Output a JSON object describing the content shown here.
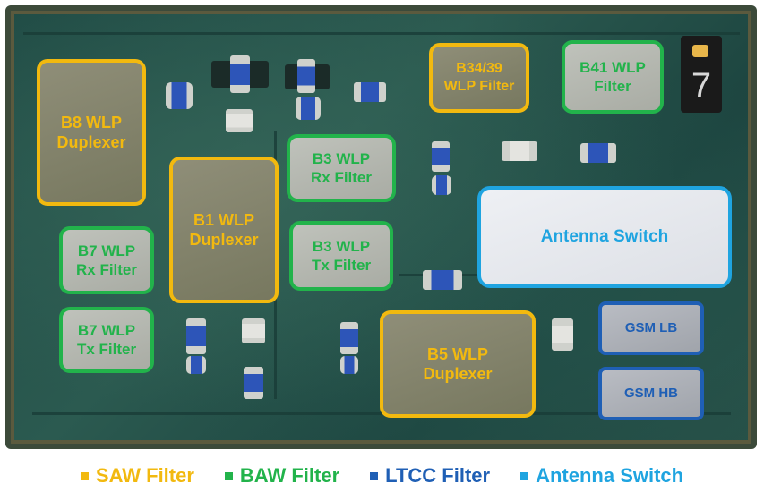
{
  "components": {
    "b8": "B8 WLP\nDuplexer",
    "b1": "B1 WLP\nDuplexer",
    "b5": "B5 WLP\nDuplexer",
    "b34": "B34/39\nWLP Filter",
    "b41": "B41 WLP\nFilter",
    "b3rx": "B3 WLP\nRx Filter",
    "b3tx": "B3 WLP\nTx Filter",
    "b7rx": "B7 WLP\nRx Filter",
    "b7tx": "B7 WLP\nTx Filter",
    "antenna": "Antenna Switch",
    "gsm_lb": "GSM LB",
    "gsm_hb": "GSM HB"
  },
  "marker_number": "7",
  "legend": [
    {
      "label": "SAW Filter",
      "color": "#f2b90f"
    },
    {
      "label": "BAW Filter",
      "color": "#22b34b"
    },
    {
      "label": "LTCC Filter",
      "color": "#1f5fb5"
    },
    {
      "label": "Antenna Switch",
      "color": "#1fa4e0"
    }
  ]
}
